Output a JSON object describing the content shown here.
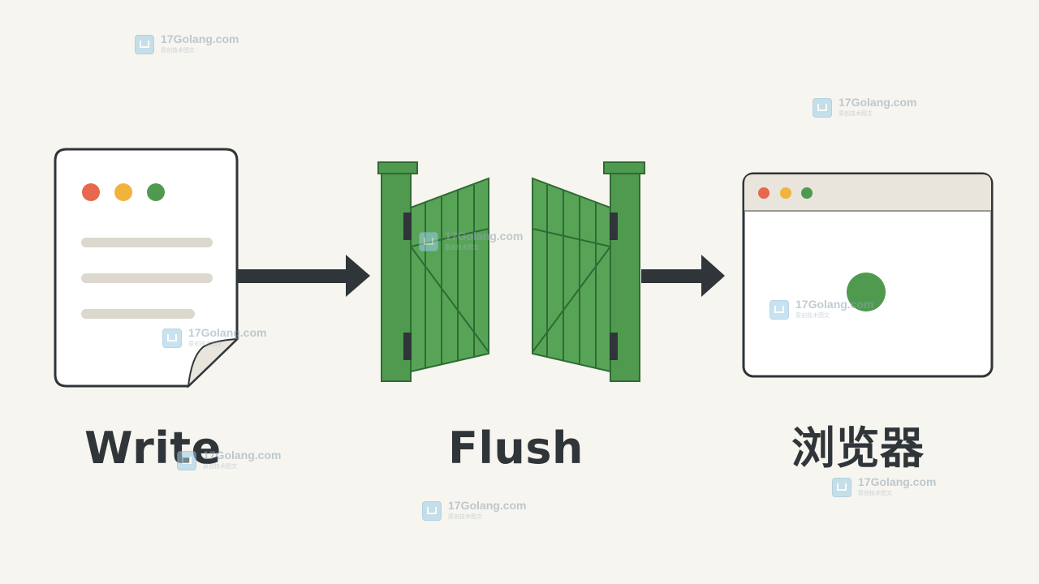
{
  "labels": {
    "write": "Write",
    "flush": "Flush",
    "browser": "浏览器"
  },
  "watermark": {
    "site": "17Golang.com",
    "sub": "原创技术图文",
    "icon": "17golang-logo-icon"
  },
  "colors": {
    "background": "#f7f5ef",
    "outline": "#2f3538",
    "gate_green": "#4f9a4f",
    "gate_dark": "#2f6b34",
    "dot_red": "#e8674f",
    "dot_yellow": "#f2b33d",
    "dot_green": "#4f9a4f",
    "text_line": "#dcd8ce"
  },
  "icons": [
    "document-icon",
    "arrow-right-icon",
    "gate-icon",
    "browser-window-icon"
  ]
}
